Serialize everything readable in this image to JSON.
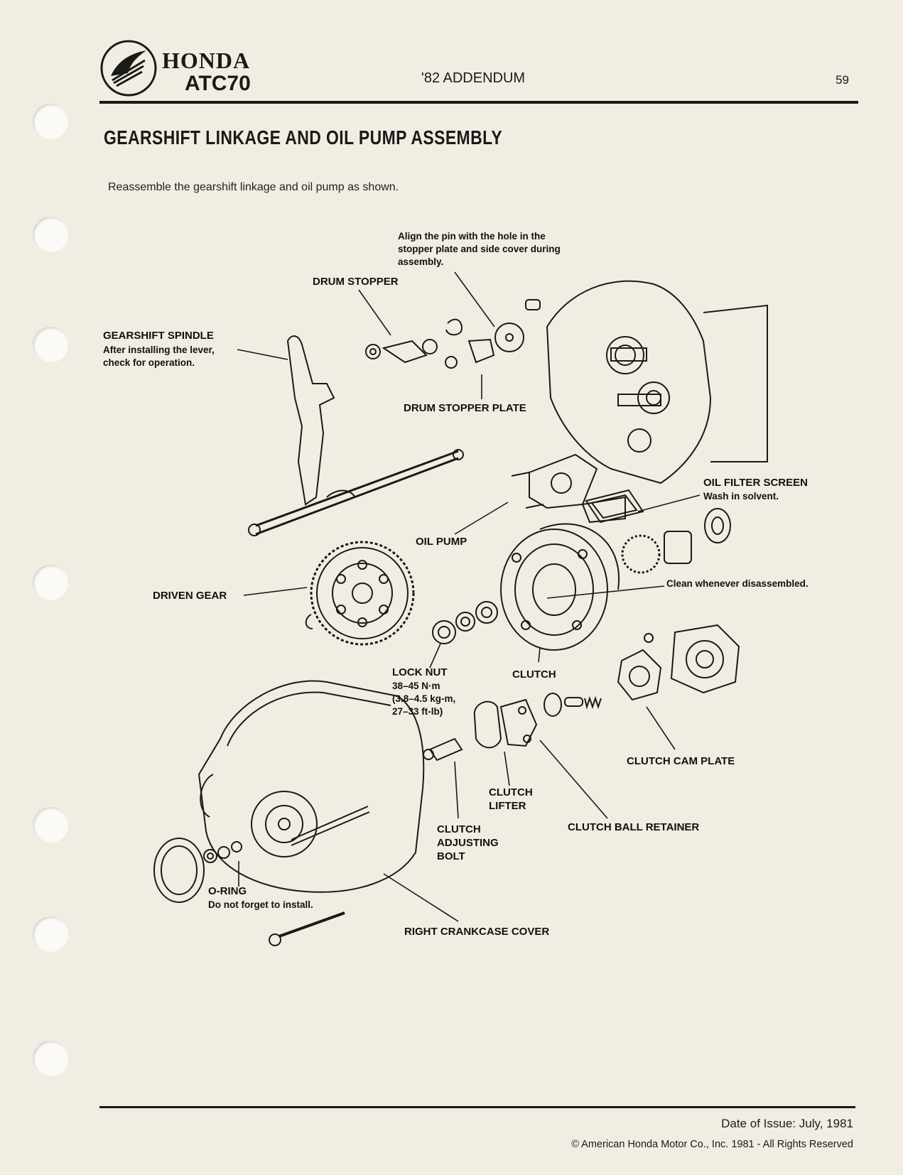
{
  "header": {
    "brand": "HONDA",
    "model": "ATC70",
    "section": "'82 ADDENDUM",
    "page_number": "59"
  },
  "title": "GEARSHIFT LINKAGE AND OIL PUMP ASSEMBLY",
  "intro": "Reassemble the gearshift linkage and oil pump as shown.",
  "labels": {
    "align_pin_1": "Align the pin with the hole in the",
    "align_pin_2": "stopper plate and side cover during",
    "align_pin_3": "assembly.",
    "drum_stopper": "DRUM STOPPER",
    "gearshift_spindle": "GEARSHIFT SPINDLE",
    "gearshift_note_1": "After installing the lever,",
    "gearshift_note_2": "check for operation.",
    "drum_stopper_plate": "DRUM STOPPER PLATE",
    "oil_filter_screen": "OIL FILTER SCREEN",
    "oil_filter_note": "Wash in solvent.",
    "oil_pump": "OIL PUMP",
    "clean_note": "Clean whenever disassembled.",
    "driven_gear": "DRIVEN GEAR",
    "lock_nut": "LOCK NUT",
    "lock_nut_torque_1": "38–45 N·m",
    "lock_nut_torque_2": "(3.8–4.5 kg-m,",
    "lock_nut_torque_3": "27–33 ft-lb)",
    "clutch": "CLUTCH",
    "clutch_cam_plate": "CLUTCH CAM PLATE",
    "clutch_lifter_1": "CLUTCH",
    "clutch_lifter_2": "LIFTER",
    "clutch_adjusting_1": "CLUTCH",
    "clutch_adjusting_2": "ADJUSTING",
    "clutch_adjusting_3": "BOLT",
    "clutch_ball_retainer": "CLUTCH BALL RETAINER",
    "o_ring": "O-RING",
    "o_ring_note": "Do not forget to install.",
    "right_crankcase_cover": "RIGHT CRANKCASE COVER"
  },
  "footer": {
    "date_of_issue": "Date of Issue:  July, 1981",
    "copyright": "©  American Honda Motor Co., Inc. 1981 - All Rights Reserved"
  }
}
